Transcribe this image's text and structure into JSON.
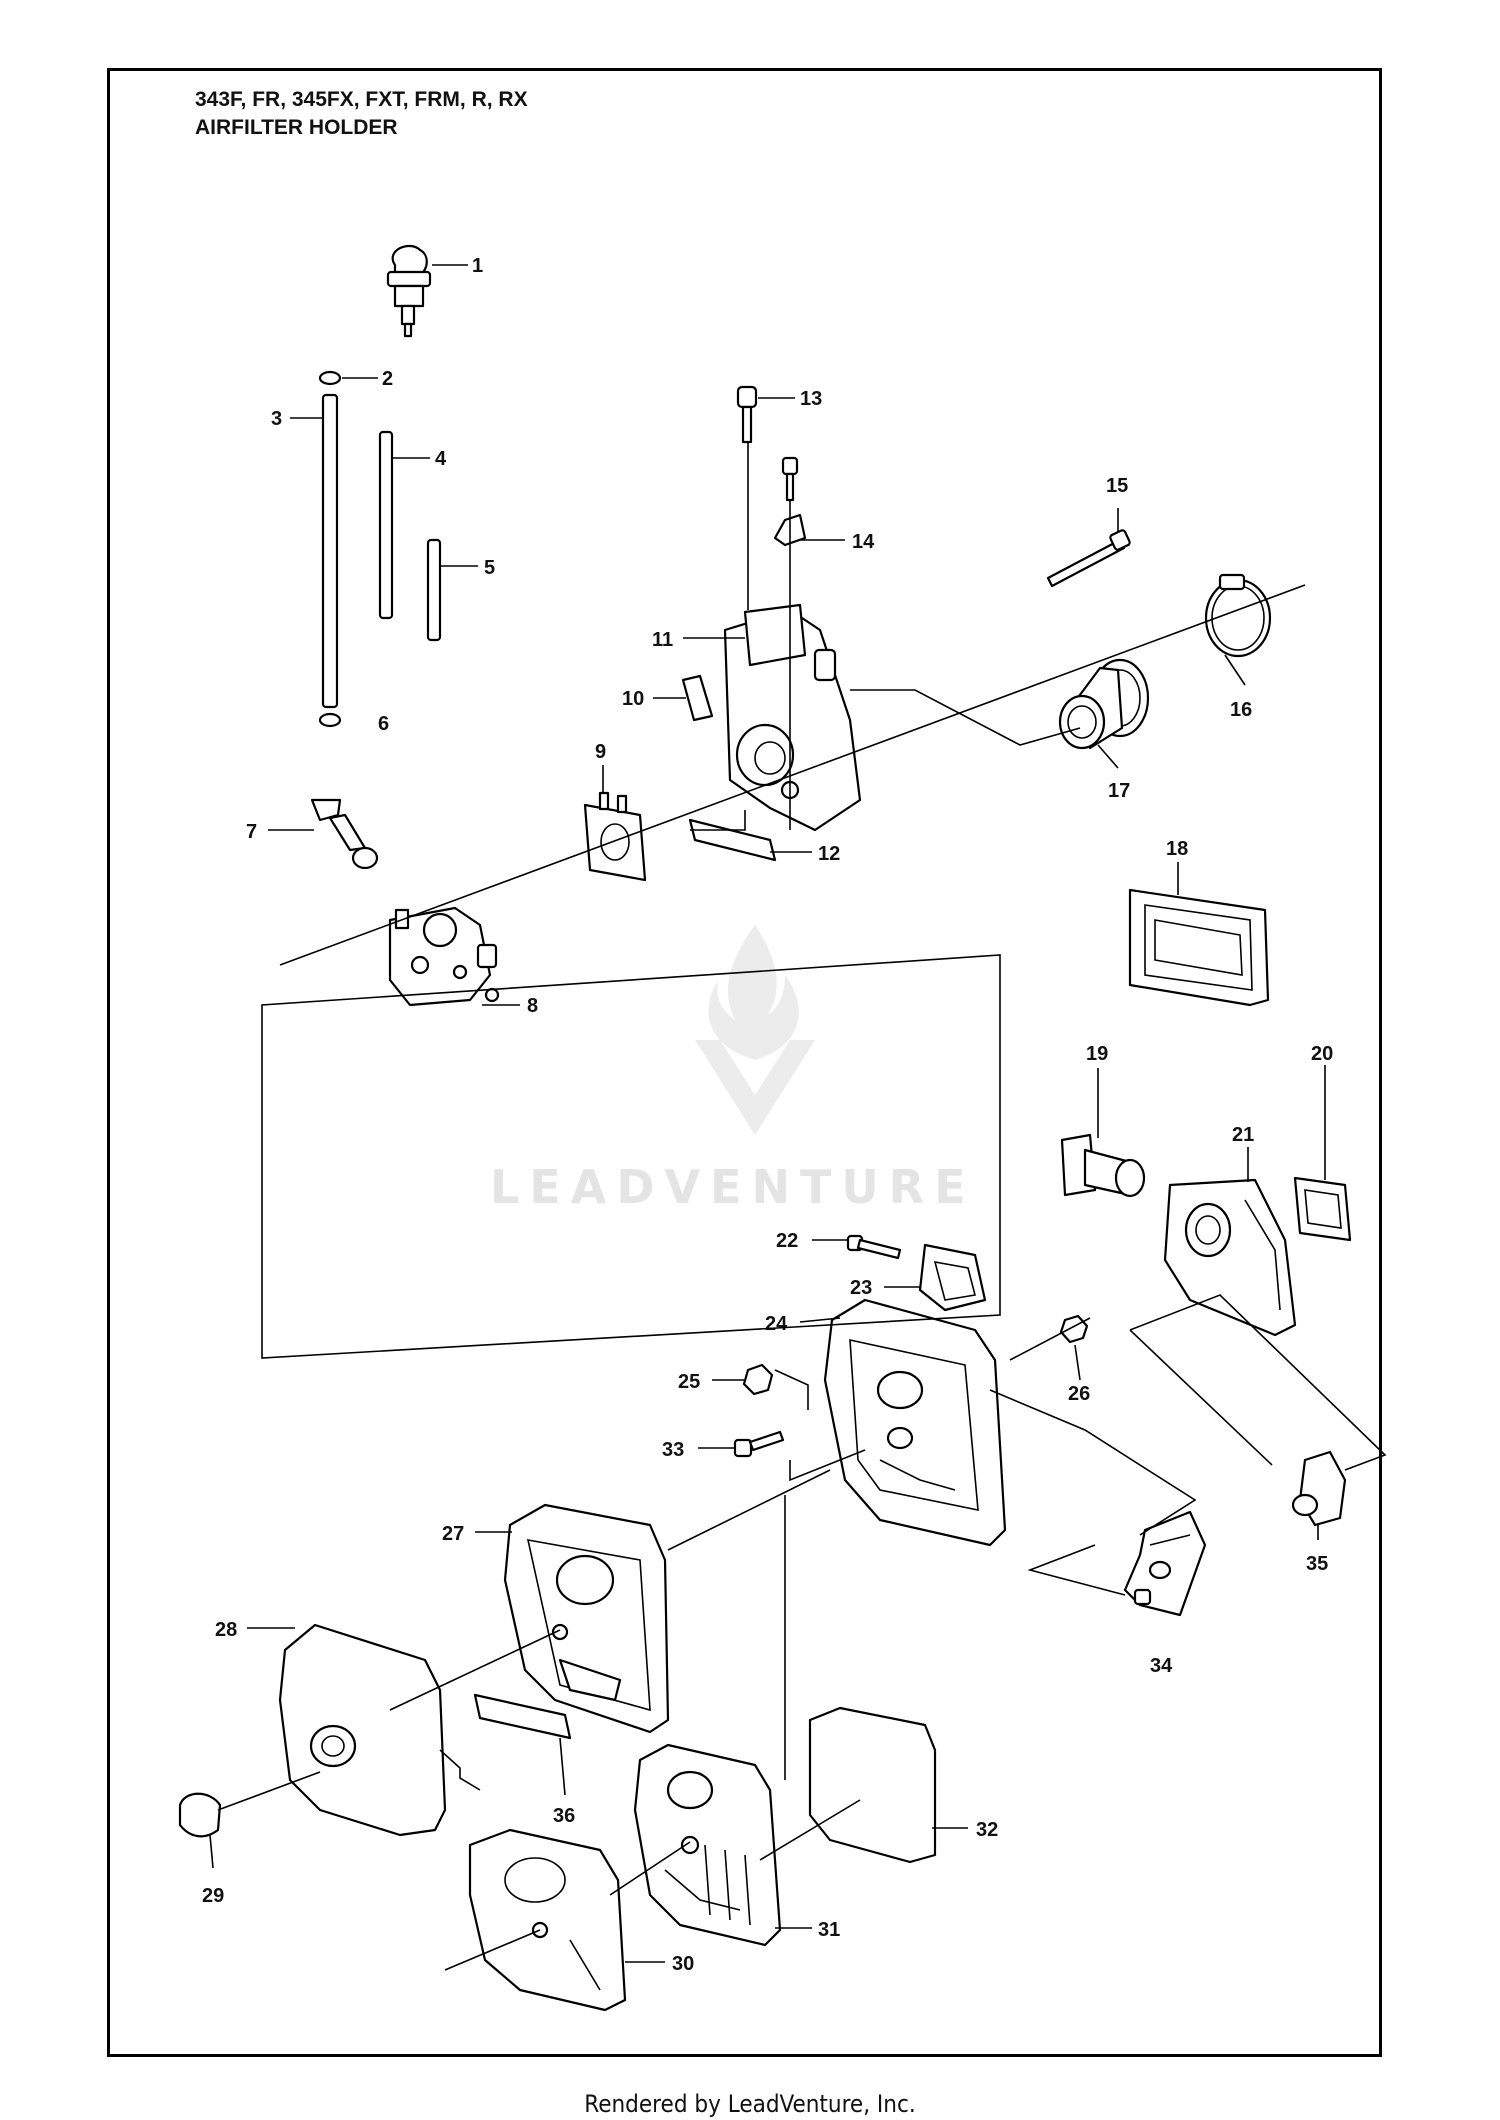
{
  "title": {
    "models": "343F, FR, 345FX, FXT, FRM, R, RX",
    "section": "AIRFILTER HOLDER"
  },
  "watermark": "LEADVENTURE",
  "footer": "Rendered by LeadVenture, Inc.",
  "parts": [
    "1",
    "2",
    "3",
    "4",
    "5",
    "6",
    "7",
    "8",
    "9",
    "10",
    "11",
    "12",
    "13",
    "14",
    "15",
    "16",
    "17",
    "18",
    "19",
    "20",
    "21",
    "22",
    "23",
    "24",
    "25",
    "26",
    "27",
    "28",
    "29",
    "30",
    "31",
    "32",
    "33",
    "34",
    "35",
    "36"
  ]
}
